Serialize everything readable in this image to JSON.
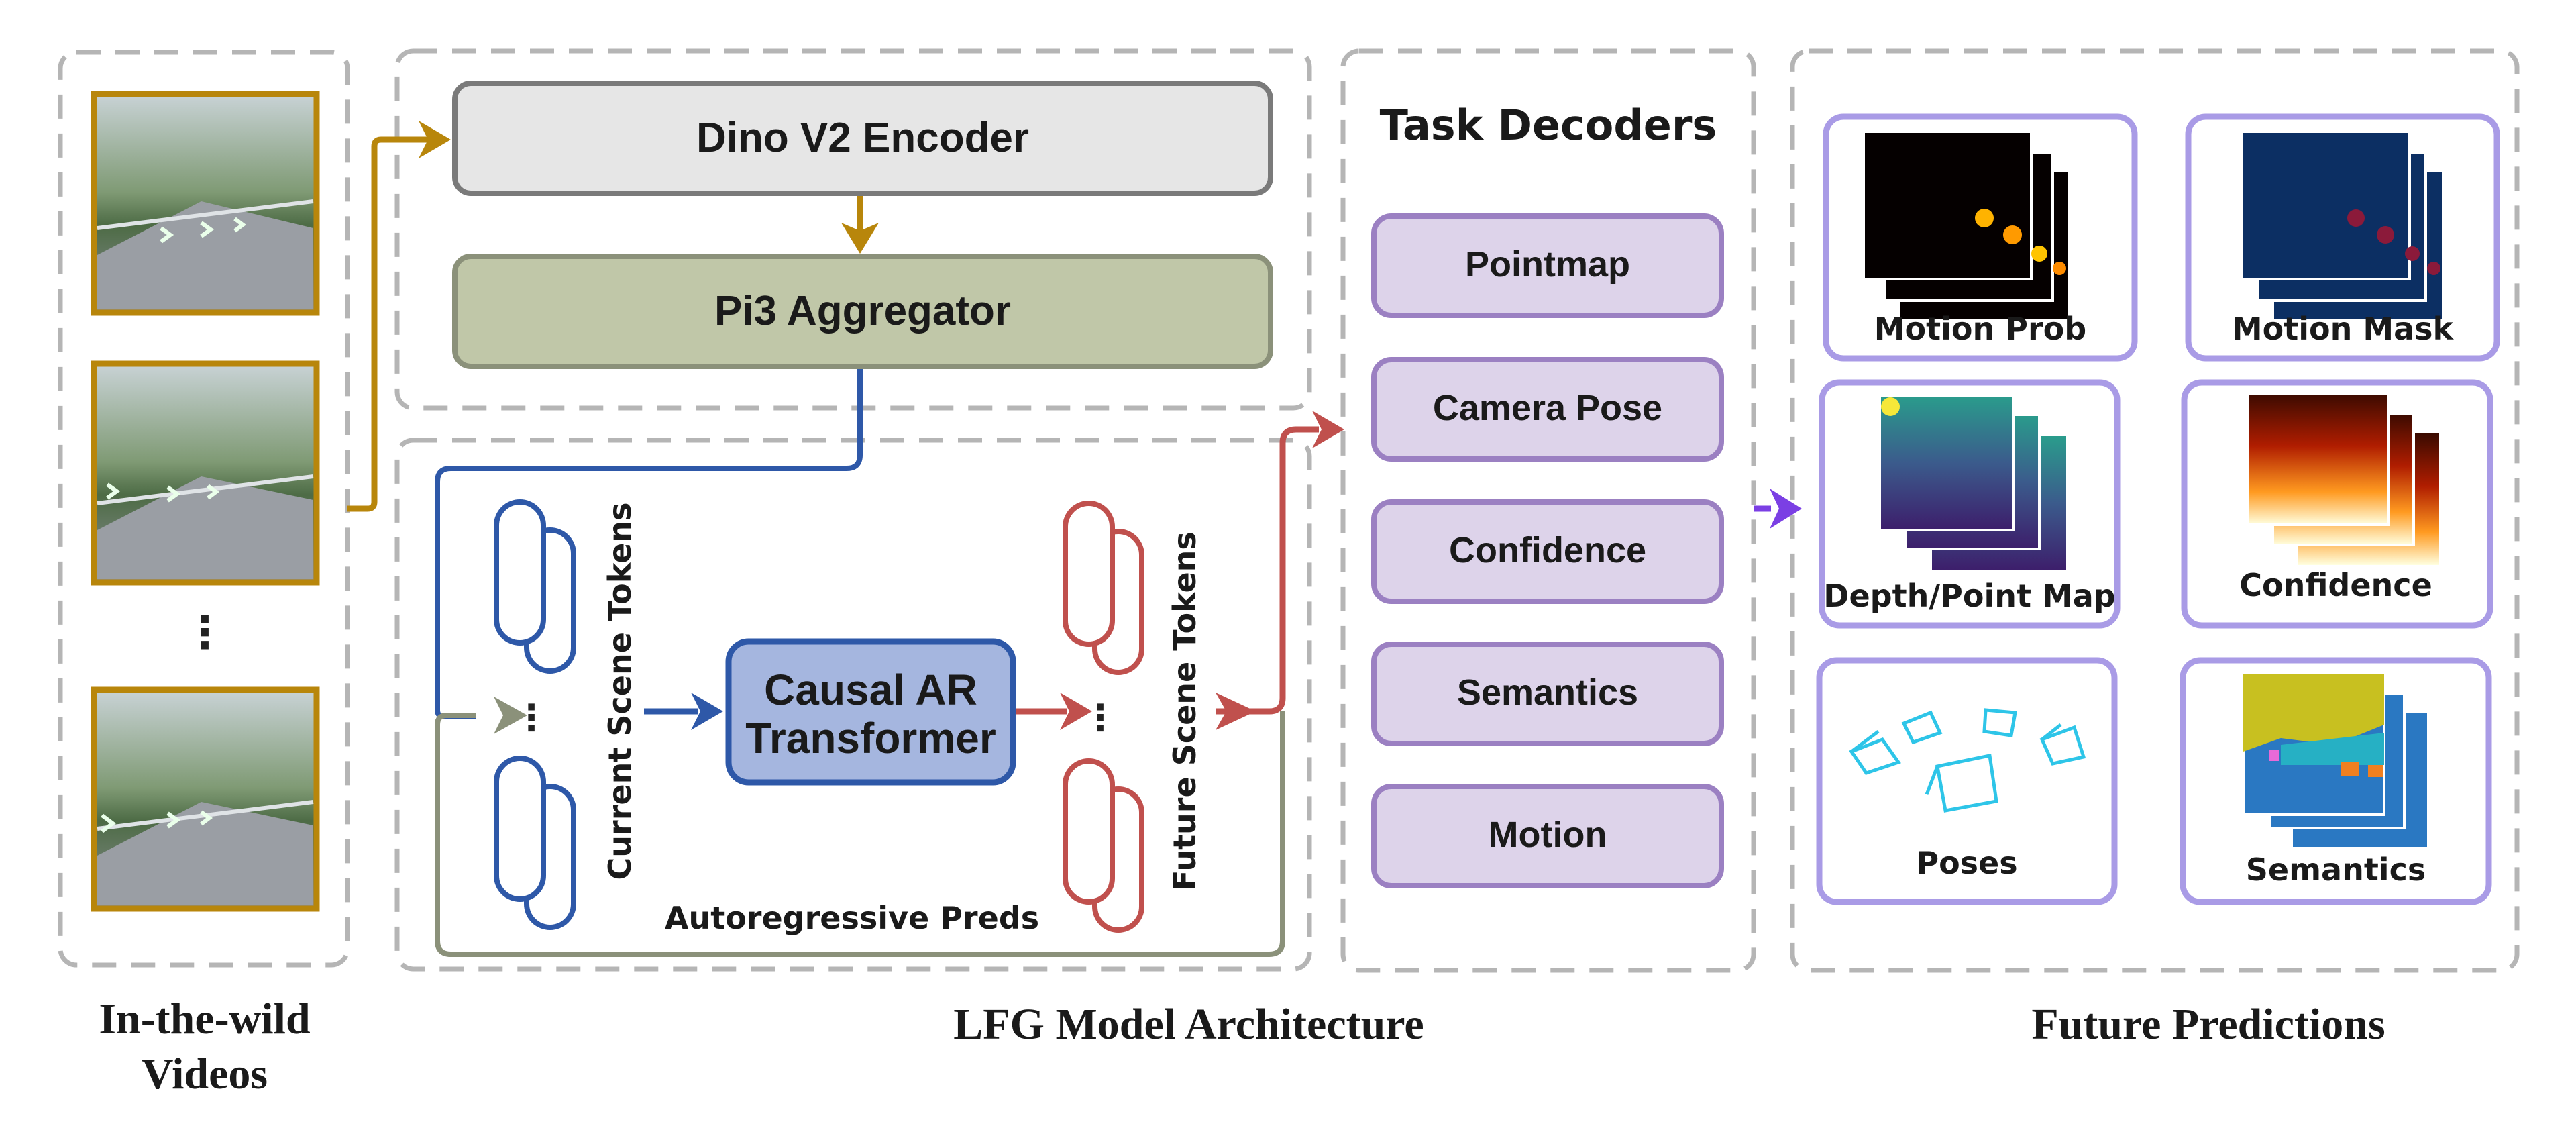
{
  "sections": {
    "inputs": "In-the-wild Videos",
    "architecture": "LFG Model Architecture",
    "outputs": "Future Predictions"
  },
  "inputs": {
    "ellipsis": "⋮"
  },
  "architecture": {
    "encoder": "Dino V2 Encoder",
    "aggregator": "Pi3 Aggregator",
    "current_tokens": "Current Scene Tokens",
    "transformer_line1": "Causal AR",
    "transformer_line2": "Transformer",
    "future_tokens": "Future Scene Tokens",
    "autoregressive": "Autoregressive Preds",
    "ellipsis": "⋮"
  },
  "decoders": {
    "title": "Task Decoders",
    "items": [
      "Pointmap",
      "Camera Pose",
      "Confidence",
      "Semantics",
      "Motion"
    ]
  },
  "predictions": {
    "items": [
      "Motion Prob",
      "Motion Mask",
      "Depth/Point Map",
      "Confidence",
      "Poses",
      "Semantics"
    ]
  },
  "colors": {
    "gold": "#B8860B",
    "blue": "#2E58A8",
    "red": "#C0504D",
    "olive": "#8B917A",
    "purple": "#A99BE6",
    "arrow_purple": "#7B3FE4"
  }
}
